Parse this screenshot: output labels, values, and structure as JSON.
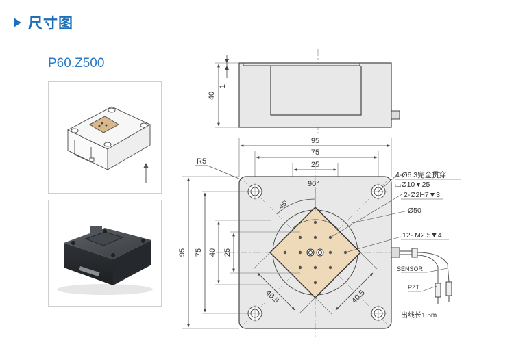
{
  "header": {
    "title": "尺寸图"
  },
  "model": "P60.Z500",
  "dims": {
    "height": "40",
    "step": "1",
    "width": "95",
    "hole_span": "75",
    "inner": "25",
    "radius": "R5",
    "angle90": "90°",
    "angle45": "45°",
    "left95": "95",
    "left75": "75",
    "left40": "40",
    "left25": "25",
    "diag1": "40.5",
    "diag2": "40.5"
  },
  "notes": {
    "holes_through": "4-Ø6.3完全贯穿",
    "counterbore": "⌴Ø10▼25",
    "pin_holes": "2-Ø2H7▼3",
    "diameter50": "Ø50",
    "threads": "12- M2.5▼4",
    "sensor": "SENSOR",
    "pzt": "PZT",
    "cable": "出线长1.5m"
  },
  "colors": {
    "accent": "#1e6fb8",
    "plate": "#eed9b8",
    "body": "#e6e6e6",
    "photo_body": "#3e4247"
  }
}
